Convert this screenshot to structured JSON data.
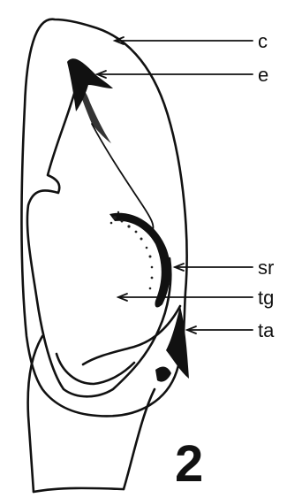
{
  "figure": {
    "number": "2",
    "labels": [
      {
        "key": "c",
        "text": "c"
      },
      {
        "key": "e",
        "text": "e"
      },
      {
        "key": "sr",
        "text": "sr"
      },
      {
        "key": "tg",
        "text": "tg"
      },
      {
        "key": "ta",
        "text": "ta"
      }
    ]
  }
}
